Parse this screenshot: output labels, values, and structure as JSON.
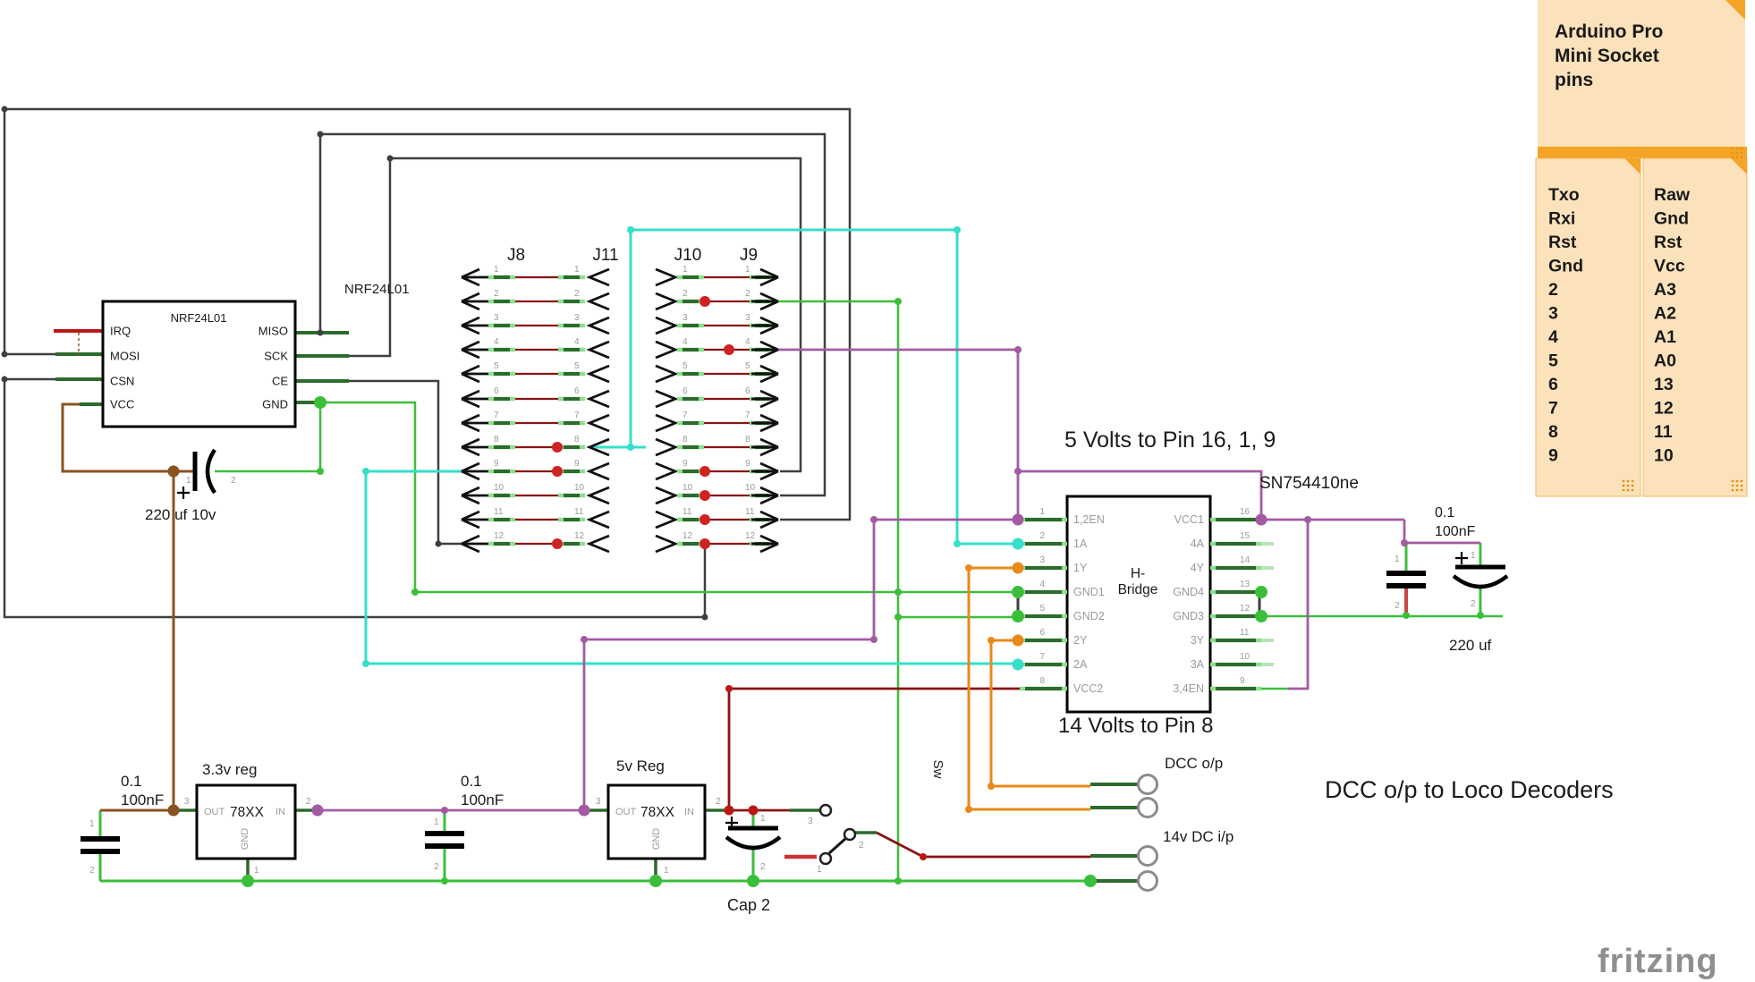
{
  "app": {
    "logo": "fritzing"
  },
  "note_title": {
    "lines": [
      "Arduino Pro",
      "Mini Socket",
      "pins"
    ]
  },
  "note_pins": {
    "left": [
      "Txo",
      "Rxi",
      "Rst",
      "Gnd",
      "2",
      "3",
      "4",
      "5",
      "6",
      "7",
      "8",
      "9"
    ],
    "right": [
      "Raw",
      "Gnd",
      "Rst",
      "Vcc",
      "A3",
      "A2",
      "A1",
      "A0",
      "13",
      "12",
      "11",
      "10"
    ]
  },
  "nrf": {
    "part_label": "NRF24L01",
    "chip_label": "NRF24L01",
    "left_pins": [
      "IRQ",
      "MOSI",
      "CSN",
      "VCC"
    ],
    "right_pins": [
      "MISO",
      "SCK",
      "CE",
      "GND"
    ]
  },
  "headers": {
    "j8": "J8",
    "j11": "J11",
    "j10": "J10",
    "j9": "J9",
    "rows": 12,
    "j8_red_dot_rows": [
      8,
      9,
      12
    ],
    "j10_red_dot_rows": [
      2,
      9,
      10,
      11,
      12
    ],
    "j10_mid_red_dot_rows": [
      4
    ]
  },
  "hbridge": {
    "part_label": "SN754410ne",
    "name_lines": [
      "H-",
      "Bridge"
    ],
    "left_pins": [
      {
        "num": "1",
        "name": "1,2EN"
      },
      {
        "num": "2",
        "name": "1A"
      },
      {
        "num": "3",
        "name": "1Y"
      },
      {
        "num": "4",
        "name": "GND1"
      },
      {
        "num": "5",
        "name": "GND2"
      },
      {
        "num": "6",
        "name": "2Y"
      },
      {
        "num": "7",
        "name": "2A"
      },
      {
        "num": "8",
        "name": "VCC2"
      }
    ],
    "right_pins": [
      {
        "num": "16",
        "name": "VCC1"
      },
      {
        "num": "15",
        "name": "4A"
      },
      {
        "num": "14",
        "name": "4Y"
      },
      {
        "num": "13",
        "name": "GND4"
      },
      {
        "num": "12",
        "name": "GND3"
      },
      {
        "num": "11",
        "name": "3Y"
      },
      {
        "num": "10",
        "name": "3A"
      },
      {
        "num": "9",
        "name": "3,4EN"
      }
    ]
  },
  "regulators": {
    "reg33_title": "3.3v reg",
    "reg5_title": "5v Reg",
    "chip": "78XX",
    "out": "OUT",
    "in": "IN",
    "gnd": "GND"
  },
  "capacitors": {
    "c100nf_line1": "0.1",
    "c100nf_line2": "100nF",
    "c220_10v": "220 uf 10v",
    "cap2": "Cap 2",
    "c220_right": "220 uf"
  },
  "switch": {
    "label": "Sw"
  },
  "pin_nums": {
    "p1": "1",
    "p2": "2",
    "p3": "3"
  },
  "annotations": {
    "five_volts": "5 Volts to Pin 16, 1, 9",
    "fourteen_volts": "14 Volts to Pin 8",
    "dcc_out": "DCC o/p",
    "dc_in": "14v DC i/p",
    "decoders": "DCC o/p to Loco Decoders"
  },
  "colors": {
    "green": "#3bbf3b",
    "stub-green": "#2d6a2d",
    "black": "#3f3f3f",
    "bright-red": "#bb1616",
    "dark-red": "#8b1313",
    "cyan": "#35dfcb",
    "purple": "#a25ba2",
    "orange": "#e8891b",
    "brown": "#8a5320",
    "dot-red": "#cf2222",
    "note-bg": "#fbe2bb",
    "note-accent": "#f5a426",
    "gray-label": "#9b9b9b"
  }
}
